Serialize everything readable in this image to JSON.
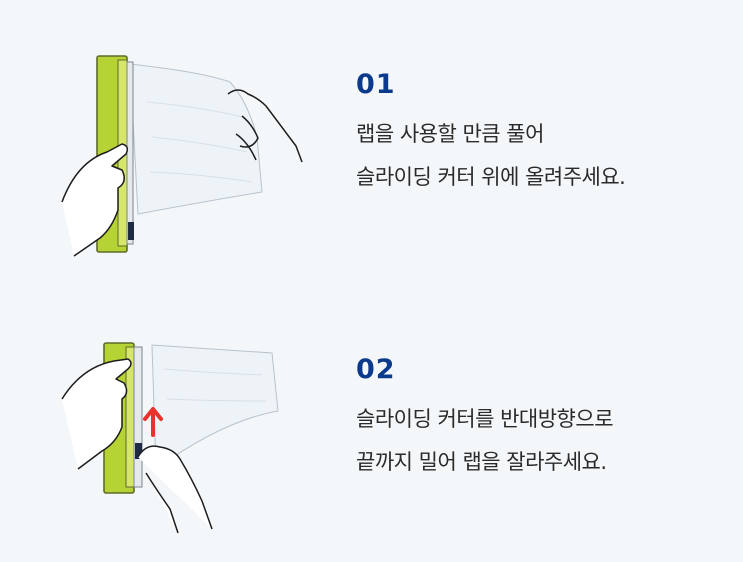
{
  "steps": [
    {
      "number": "01",
      "lines": [
        "랩을 사용할 만큼 풀어",
        "슬라이딩 커터 위에 올려주세요."
      ]
    },
    {
      "number": "02",
      "lines": [
        "슬라이딩 커터를 반대방향으로",
        "끝까지 밀어 랩을 잘라주세요."
      ]
    }
  ],
  "colors": {
    "background": "#f3f7fa",
    "accent": "#0b3a8c",
    "dispenser_green": "#b5d334",
    "arrow_red": "#e8322b"
  }
}
